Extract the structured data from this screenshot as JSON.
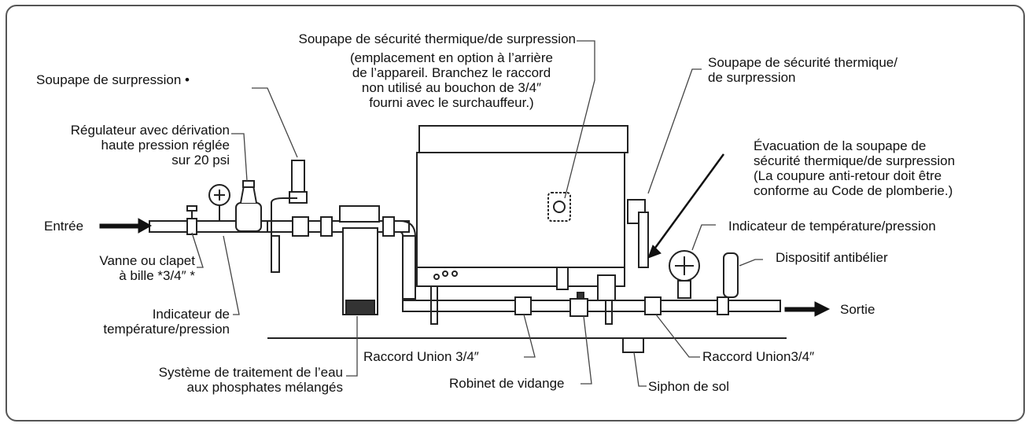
{
  "labels": {
    "soupape_thermique_top": "Soupape de sécurité thermique/de surpression",
    "option_note": "(emplacement en option à l’arrière\nde l’appareil. Branchez le raccord\nnon utilisé au bouchon de 3/4″\nfourni avec le surchauffeur.)",
    "soupape_surpression": "Soupape de surpression •",
    "regulateur": "Régulateur avec dérivation\nhaute pression réglée\nsur 20 psi",
    "entree": "Entrée",
    "vanne": "Vanne ou clapet\nà bille *3/4″ *",
    "indicateur_left": "Indicateur de\ntempérature/pression",
    "systeme_traitement": "Système de traitement de l’eau\naux phosphates mélangés",
    "raccord_union_left": "Raccord Union 3/4″",
    "robinet": "Robinet de vidange",
    "siphon": "Siphon de sol",
    "raccord_union_right": "Raccord Union3/4″",
    "sortie": "Sortie",
    "antibelier": "Dispositif antibélier",
    "indicateur_right": "Indicateur de température/pression",
    "evacuation": "Évacuation de la soupape de\nsécurité thermique/de surpression\n(La coupure anti-retour doit être\nconforme au Code de plomberie.)",
    "soupape_thermique_right": "Soupape de sécurité thermique/\nde surpression"
  }
}
